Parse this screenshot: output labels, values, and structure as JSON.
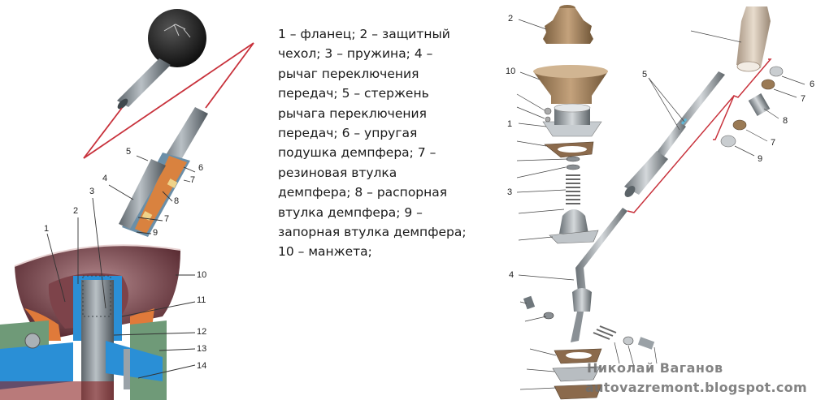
{
  "caption": {
    "lines": [
      "1 – фланец; 2 – защитный",
      "чехол; 3 – пружина; 4 –",
      "рычаг переключения",
      "передач; 5 – стержень",
      "рычага переключения",
      "передач; 6 – упругая",
      "подушка демпфера; 7 –",
      "резиновая втулка",
      "демпфера; 8 – распорная",
      "втулка демпфера; 9 –",
      "запорная втулка демпфера;",
      "10 – манжета;"
    ]
  },
  "left_diagram": {
    "title": "Gear shift lever cutaway",
    "labels": [
      {
        "id": "5",
        "text": "5"
      },
      {
        "id": "6",
        "text": "6"
      },
      {
        "id": "7a",
        "text": "7"
      },
      {
        "id": "4",
        "text": "4"
      },
      {
        "id": "8",
        "text": "8"
      },
      {
        "id": "3",
        "text": "3"
      },
      {
        "id": "2",
        "text": "2"
      },
      {
        "id": "7b",
        "text": "7"
      },
      {
        "id": "9",
        "text": "9"
      },
      {
        "id": "1",
        "text": "1"
      },
      {
        "id": "10",
        "text": "10"
      },
      {
        "id": "11",
        "text": "11"
      },
      {
        "id": "12",
        "text": "12"
      },
      {
        "id": "13",
        "text": "13"
      },
      {
        "id": "14",
        "text": "14"
      }
    ]
  },
  "right_diagram": {
    "title": "Gear shift lever exploded view",
    "labels": [
      {
        "id": "2",
        "text": "2"
      },
      {
        "id": "10",
        "text": "10"
      },
      {
        "id": "1",
        "text": "1"
      },
      {
        "id": "3",
        "text": "3"
      },
      {
        "id": "4",
        "text": "4"
      },
      {
        "id": "5",
        "text": "5"
      },
      {
        "id": "6",
        "text": "6"
      },
      {
        "id": "7a",
        "text": "7"
      },
      {
        "id": "8",
        "text": "8"
      },
      {
        "id": "7b",
        "text": "7"
      },
      {
        "id": "9",
        "text": "9"
      }
    ]
  },
  "watermark": {
    "author": "Николай Ваганов",
    "site": "autovazremont.blogspot.com"
  },
  "colors": {
    "callout_red": "#c8323c",
    "rubber_brown": "#9a7a55",
    "boot_maroon": "#6e3a40",
    "housing_blue": "#2a8fd6",
    "housing_green": "#6f9a78",
    "orange_part": "#e07a3a",
    "steel": "#8e969c"
  }
}
